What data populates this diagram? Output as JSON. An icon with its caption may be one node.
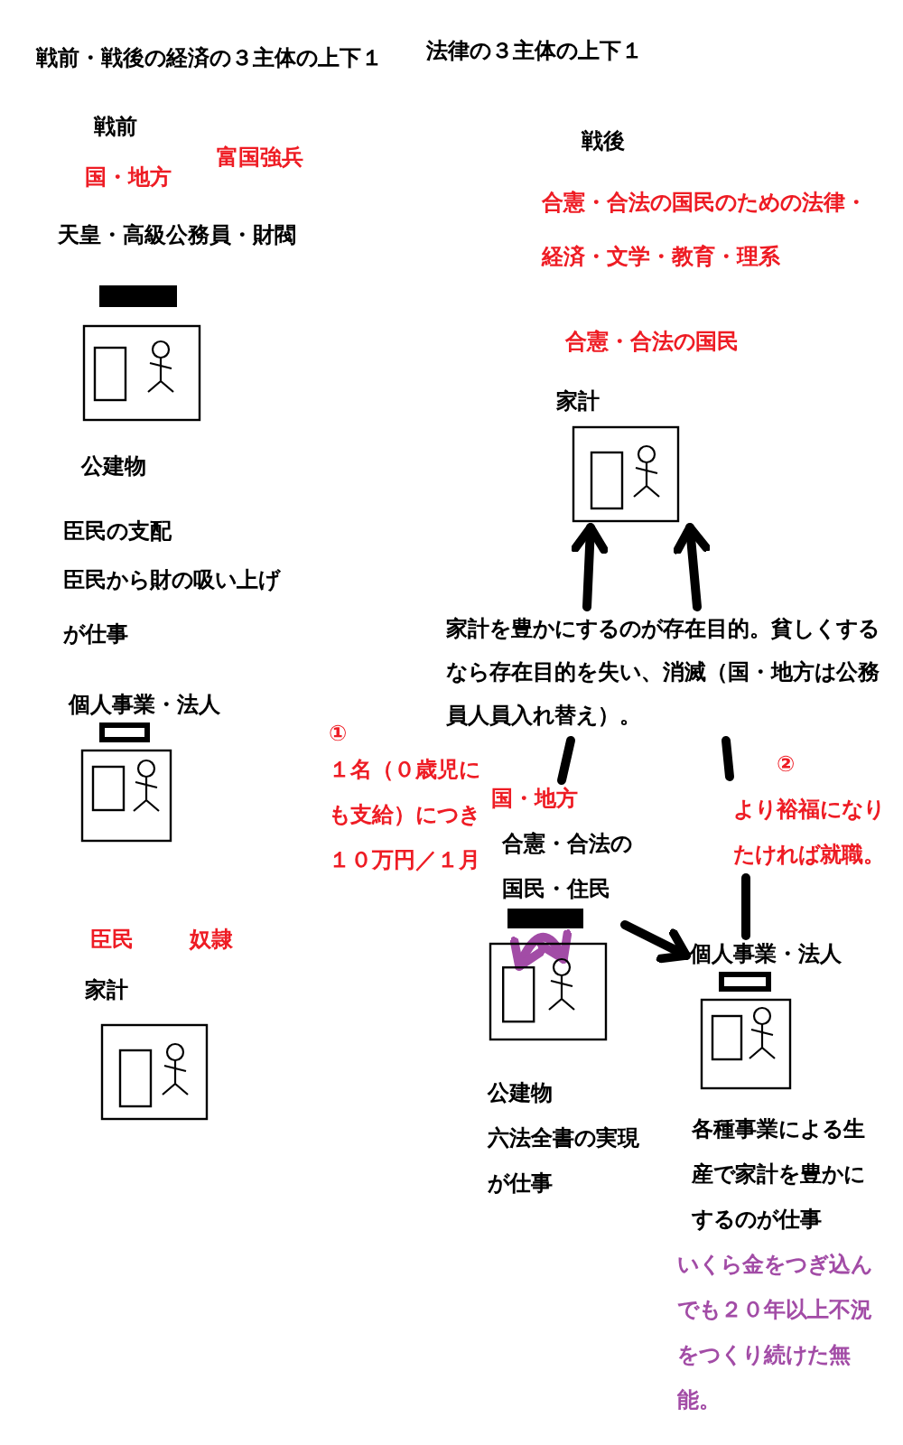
{
  "diagram": {
    "title": "戦前・戦後の経済の３主体の上下１",
    "nodes": [
      {
        "text": [
          "天皇・高級公務員・財閥",
          "公建物"
        ],
        "beside": [
          "臣民の支配",
          "臣民から財の吸い上げが仕事"
        ]
      },
      {
        "text": [
          "個人事業・法人"
        ]
      },
      {
        "text": [
          "家計"
        ]
      },
      {
        "text": [
          "家計"
        ]
      },
      {
        "text": [
          "家計を豊かにするのが存在目的。貧しくするなら存在目的を失い、消滅（国・地方は公務員人員入れ替え）。"
        ]
      },
      {
        "text": [
          "②",
          "より裕福になりたければ就職。"
        ]
      },
      {
        "text": [
          "国・地方",
          "合憲・合法の国民・住民"
        ],
        "beside": [
          "公建物",
          "六法全書の実現が仕事"
        ]
      },
      {
        "text": [],
        "shape": "box",
        "in": 6
      },
      {
        "text": [],
        "shape": "person",
        "in": 6
      },
      {
        "text": [
          "個人事業・法人"
        ],
        "beside": [
          "各種事業による生産で家計を豊かにするのが仕事",
          "いくら金をつぎ込んでも２０年以上不況をつくり続けた無能。"
        ]
      }
    ],
    "edges": [
      {
        "from": 4,
        "to": 3,
        "arrow": "to"
      },
      {
        "from": 4,
        "to": 3,
        "arrow": "to"
      },
      {
        "from": 6,
        "to": 4,
        "arrow": "none"
      },
      {
        "from": 4,
        "to": 5,
        "arrow": "none"
      },
      {
        "from": 5,
        "to": 9,
        "arrow": "none"
      },
      {
        "from": 6,
        "to": 9,
        "arrow": "to"
      },
      {
        "from": 7,
        "to": 8,
        "arrow": "both",
        "color": "#a24ca6"
      }
    ],
    "labels": [
      "法律の３主体の上下１",
      "戦前",
      "富国強兵",
      "国・地方",
      "戦後",
      "合憲・合法の国民のための法律・経済・文学・教育・理系",
      "合憲・合法の国民",
      "①",
      "１名（０歳児にも支給）につき１０万円／１月",
      "臣民",
      "奴隷"
    ]
  }
}
